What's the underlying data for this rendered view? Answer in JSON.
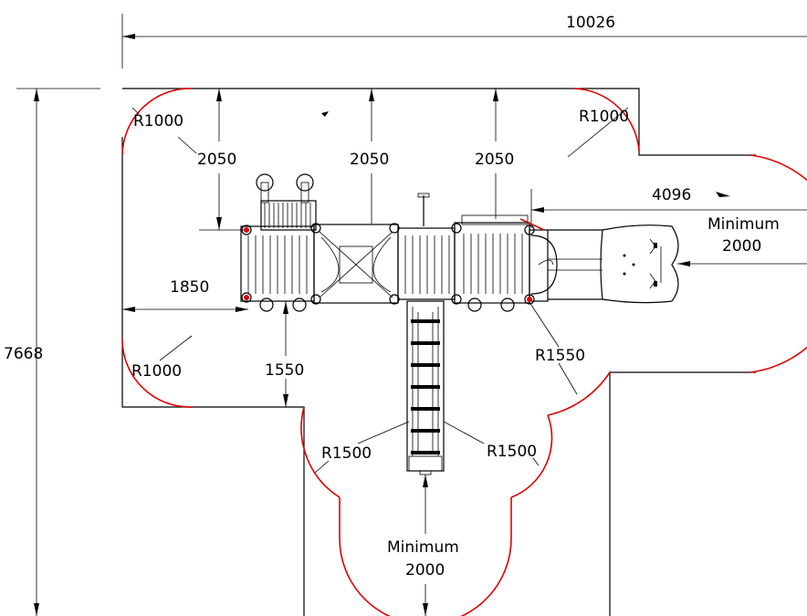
{
  "dimensions": {
    "overall_width": "10026",
    "overall_height": "7668",
    "top_left_clearance": "2050",
    "top_mid_clearance": "2050",
    "top_right_clearance": "2050",
    "right_extent": "4096",
    "left_clearance": "1850",
    "below_clearance": "1550",
    "right_minimum_line1": "Minimum",
    "right_minimum_line2": "2000",
    "bottom_minimum_line1": "Minimum",
    "bottom_minimum_line2": "2000"
  },
  "radii": {
    "top_left": "R1000",
    "top_right": "R1000",
    "bottom_left": "R1000",
    "corner_right": "R1550",
    "stem_left": "R1500",
    "stem_right": "R1500"
  },
  "colors": {
    "outline": "#000000",
    "radius_arc": "#e00000"
  }
}
